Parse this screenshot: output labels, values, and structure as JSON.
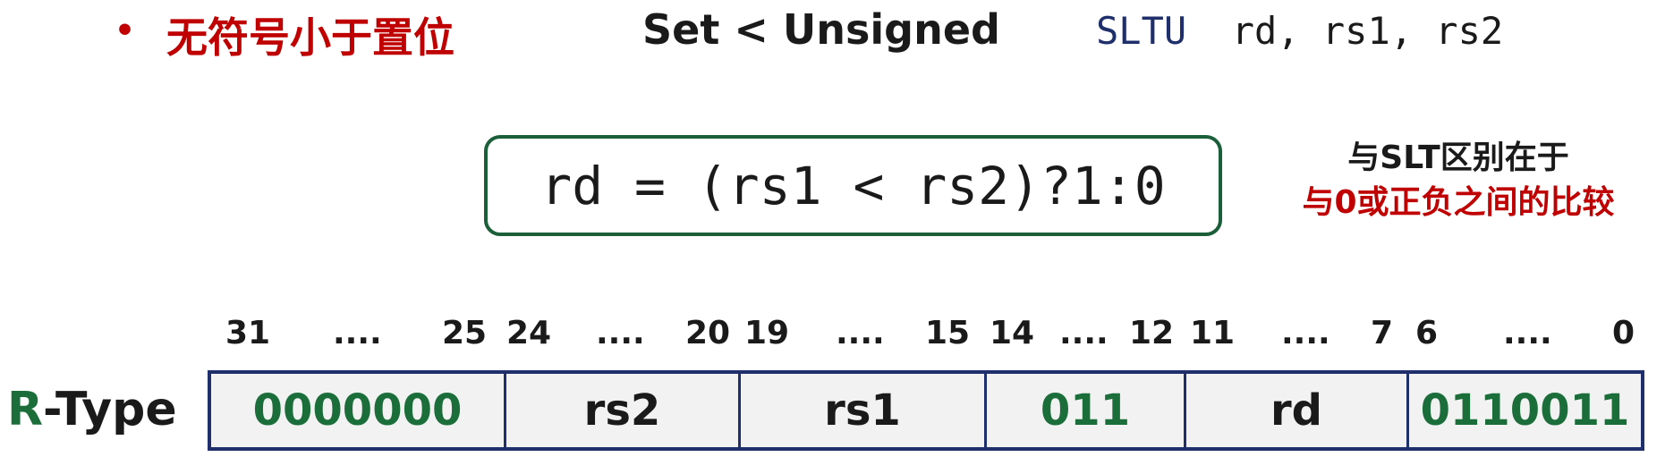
{
  "header": {
    "bullet": "•",
    "title_cn": "无符号小于置位",
    "title_en": "Set < Unsigned",
    "opcode": "SLTU",
    "operands": "rd, rs1, rs2"
  },
  "formula": "rd = (rs1 < rs2)?1:0",
  "note": {
    "line1": "与SLT区别在于",
    "line2": "与0或正负之间的比较"
  },
  "bit_labels": [
    "31",
    "....",
    "25",
    "24",
    "....",
    "20",
    "19",
    "....",
    "15",
    "14",
    "....",
    "12",
    "11",
    "....",
    "7",
    "6",
    "....",
    "0"
  ],
  "format_label": {
    "first": "R",
    "rest": "-Type"
  },
  "fields": [
    "0000000",
    "rs2",
    "rs1",
    "011",
    "rd",
    "0110011"
  ],
  "colors": {
    "red": "#c00000",
    "green": "#1b6e3a",
    "navy": "#1f2f6b"
  }
}
